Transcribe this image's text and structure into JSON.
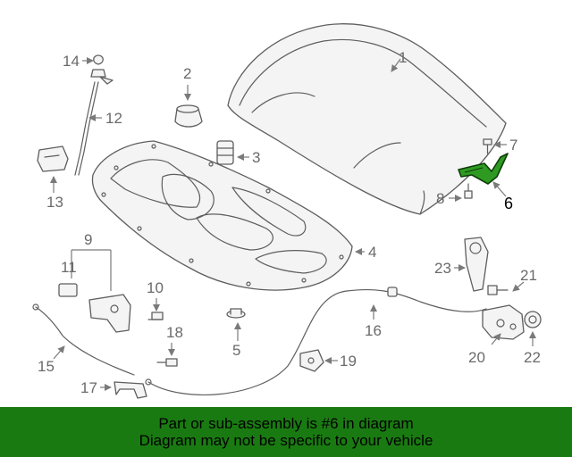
{
  "colors": {
    "highlight": "#1a7a12",
    "banner": "#1a7a12",
    "line": "#5e5e5e",
    "label": "#6a6a6a"
  },
  "callouts": {
    "c1": "1",
    "c2": "2",
    "c3": "3",
    "c4": "4",
    "c5": "5",
    "c6": "6",
    "c7": "7",
    "c8": "8",
    "c9": "9",
    "c10": "10",
    "c11": "11",
    "c12": "12",
    "c13": "13",
    "c14": "14",
    "c15": "15",
    "c16": "16",
    "c17": "17",
    "c18": "18",
    "c19": "19",
    "c20": "20",
    "c21": "21",
    "c22": "22",
    "c23": "23"
  },
  "banner": {
    "line1": "Part or sub-assembly is #6 in diagram",
    "line2": "Diagram may not be specific to your vehicle"
  }
}
